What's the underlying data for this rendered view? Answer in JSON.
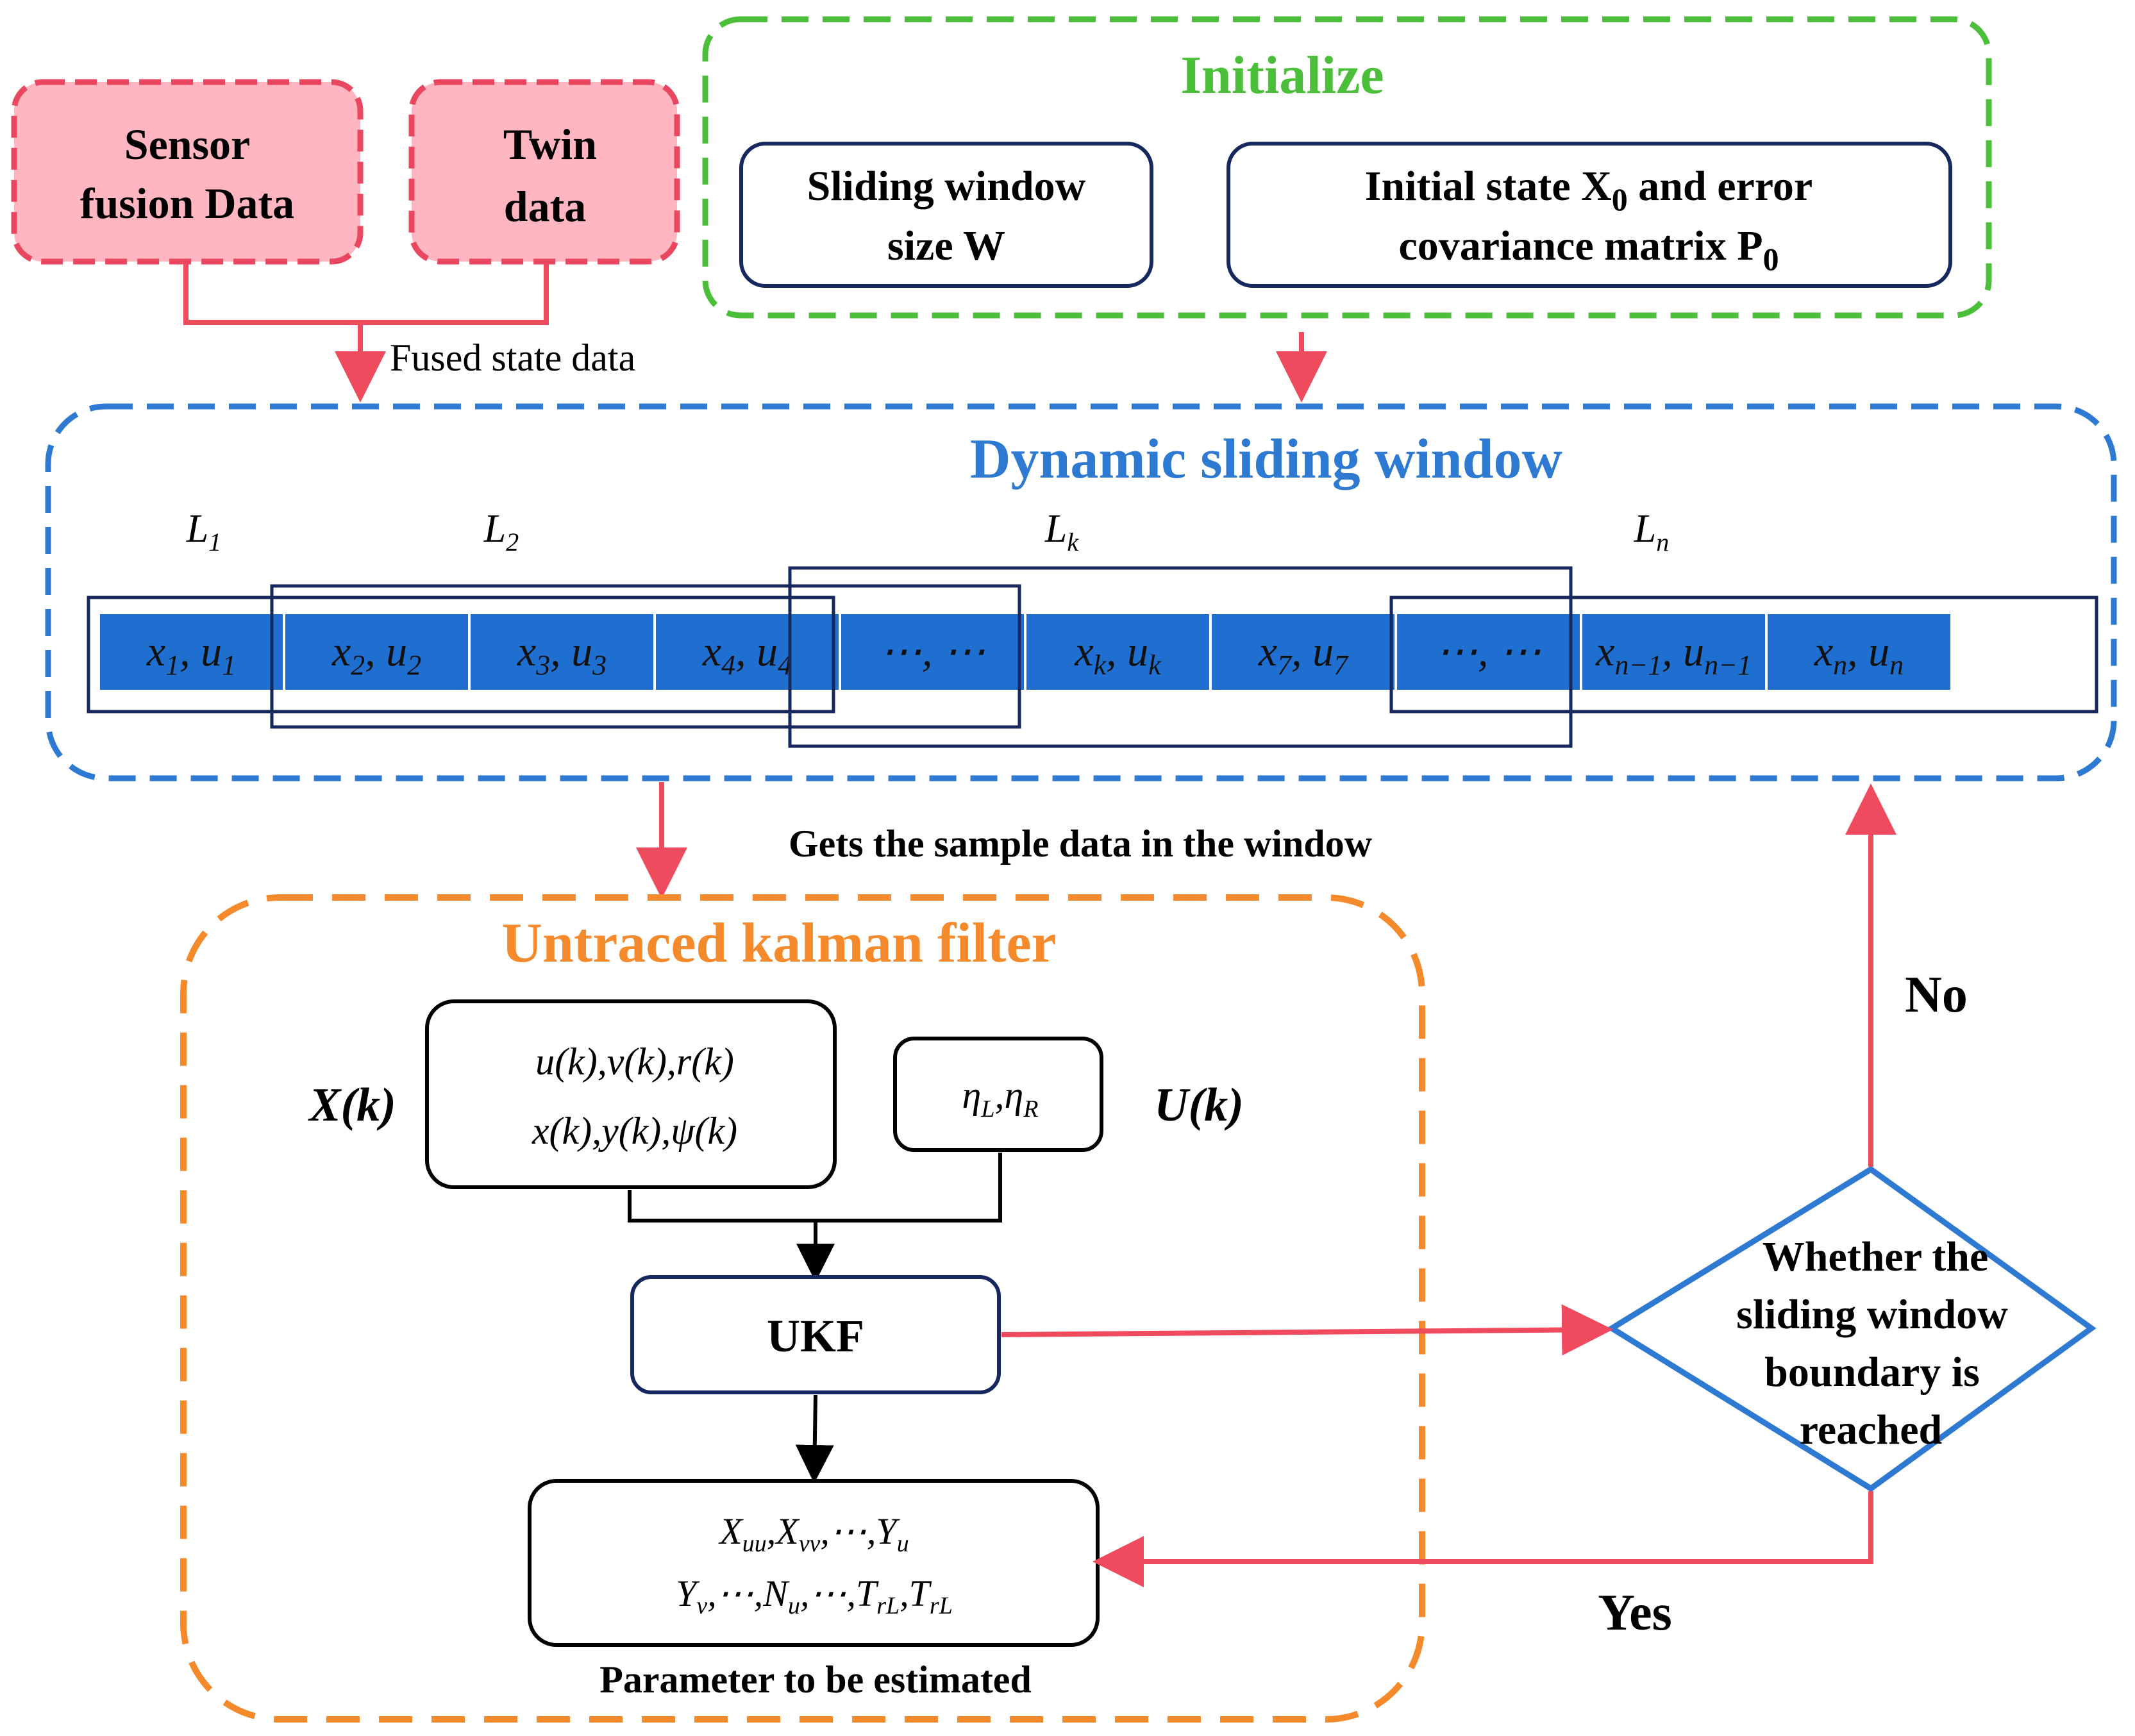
{
  "colors": {
    "pink_border": "#e8475f",
    "pink_fill": "#ffb6c1",
    "green": "#4cbf3a",
    "blue": "#2e79d1",
    "cell_blue": "#1f6fd0",
    "navy": "#16285e",
    "orange": "#f58a2c",
    "arrow_red": "#f04a5e",
    "black": "#000000"
  },
  "inputs": {
    "sensor": {
      "line1": "Sensor",
      "line2": "fusion Data"
    },
    "twin": {
      "line1": "Twin",
      "line2": "data"
    },
    "fused_label": "Fused state data"
  },
  "initialize": {
    "title": "Initialize",
    "window_size": {
      "line1": "Sliding window",
      "line2": "size W"
    },
    "initial_state": {
      "line1_pre": "Initial state X",
      "line1_sub": "0",
      "line1_post": " and error",
      "line2_pre": "covariance matrix P",
      "line2_sub": "0"
    }
  },
  "sliding_window": {
    "title": "Dynamic sliding window",
    "levels": [
      {
        "base": "L",
        "sub": "1"
      },
      {
        "base": "L",
        "sub": "2"
      },
      {
        "base": "L",
        "sub": "k"
      },
      {
        "base": "L",
        "sub": "n"
      }
    ],
    "cells": [
      {
        "a": "x",
        "a_sub": "1",
        "b": "u",
        "b_sub": "1"
      },
      {
        "a": "x",
        "a_sub": "2",
        "b": "u",
        "b_sub": "2"
      },
      {
        "a": "x",
        "a_sub": "3",
        "b": "u",
        "b_sub": "3"
      },
      {
        "a": "x",
        "a_sub": "4",
        "b": "u",
        "b_sub": "4"
      },
      {
        "a": "⋯",
        "a_sub": "",
        "b": "⋯",
        "b_sub": ""
      },
      {
        "a": "x",
        "a_sub": "k",
        "b": "u",
        "b_sub": "k"
      },
      {
        "a": "x",
        "a_sub": "7",
        "b": "u",
        "b_sub": "7"
      },
      {
        "a": "⋯",
        "a_sub": "",
        "b": "⋯",
        "b_sub": ""
      },
      {
        "a": "x",
        "a_sub": "n−1",
        "b": "u",
        "b_sub": "n−1"
      },
      {
        "a": "x",
        "a_sub": "n",
        "b": "u",
        "b_sub": "n"
      }
    ],
    "sample_label": "Gets the sample data in the window"
  },
  "ukf_block": {
    "title": "Untraced kalman filter",
    "x_label": "X(k)",
    "u_label": "U(k)",
    "state_line1": "u(k),v(k),r(k)",
    "state_line2": "x(k),y(k),ψ(k)",
    "input_eta": {
      "a": "η",
      "a_sub": "L",
      "b": "η",
      "b_sub": "R"
    },
    "ukf": "UKF",
    "params_line1": [
      {
        "base": "X",
        "sub": "uu"
      },
      {
        "base": "X",
        "sub": "vv"
      },
      {
        "base": "⋯",
        "sub": ""
      },
      {
        "base": "Y",
        "sub": "u"
      }
    ],
    "params_line2": [
      {
        "base": "Y",
        "sub": "v"
      },
      {
        "base": "⋯",
        "sub": ""
      },
      {
        "base": "N",
        "sub": "u"
      },
      {
        "base": "⋯",
        "sub": ""
      },
      {
        "base": "T",
        "sub": "rL"
      },
      {
        "base": "T",
        "sub": "rL"
      }
    ],
    "params_caption": "Parameter to be estimated"
  },
  "decision": {
    "lines": [
      "Whether the",
      "sliding window",
      "boundary is",
      "reached"
    ],
    "no": "No",
    "yes": "Yes"
  }
}
